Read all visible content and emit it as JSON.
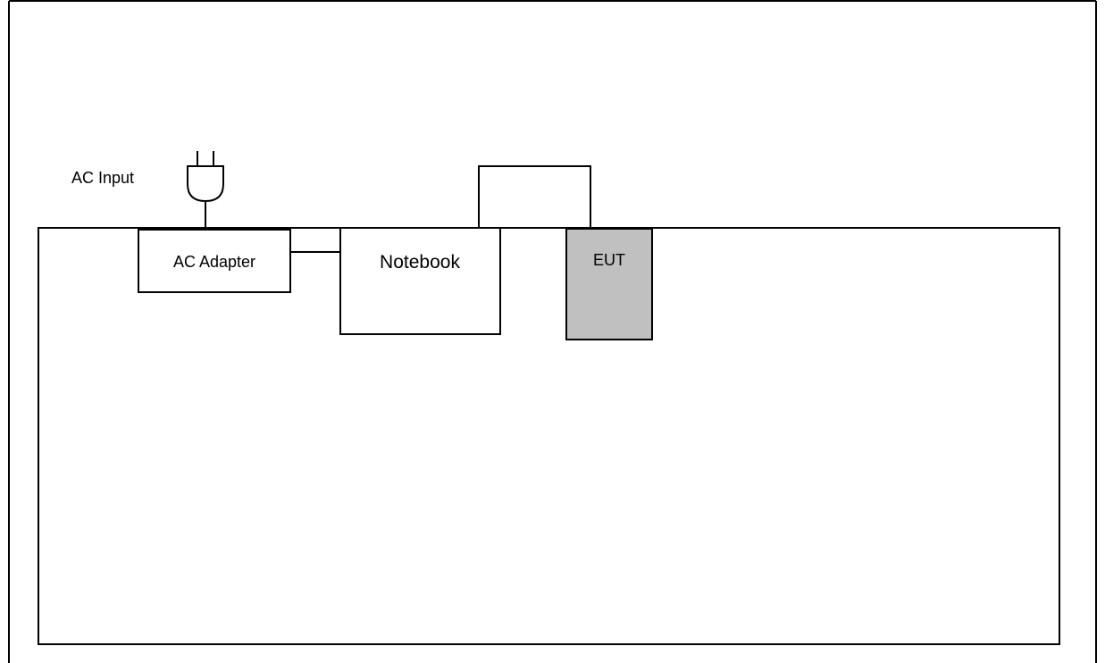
{
  "labels": {
    "ac_input": "AC Input",
    "ac_adapter": "AC Adapter",
    "notebook": "Notebook",
    "eut": "EUT"
  },
  "colors": {
    "line": "#000000",
    "background": "#ffffff",
    "eut_fill": "#c0c0c0"
  }
}
